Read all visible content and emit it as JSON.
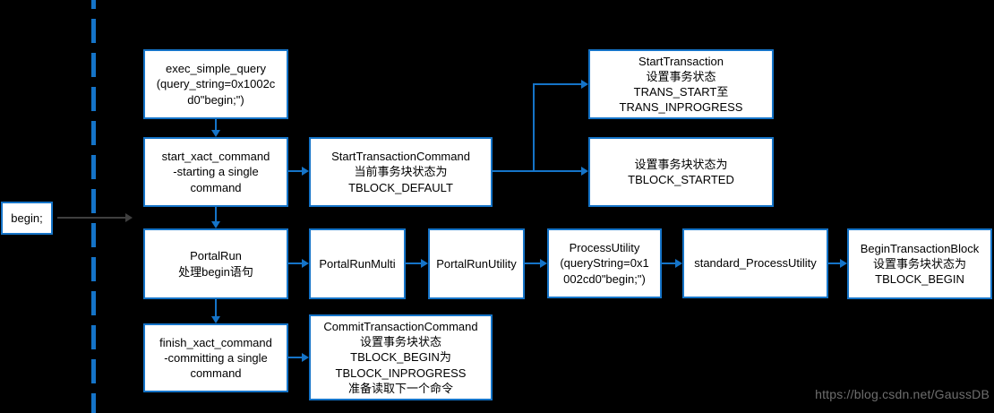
{
  "colors": {
    "background": "#000000",
    "accent": "#1574c8",
    "box_fill": "#ffffff",
    "text": "#000000",
    "begin_arrow": "#3f3f3f",
    "watermark": "#6e6e6e"
  },
  "nodes": {
    "begin": "begin;",
    "exec_simple_query": "exec_simple_query\n(query_string=0x1002c\nd0\"begin;\")",
    "start_xact_command": "start_xact_command\n-starting a single\ncommand",
    "start_transaction_command": "StartTransactionCommand\n当前事务块状态为\nTBLOCK_DEFAULT",
    "start_transaction": "StartTransaction\n设置事务状态\nTRANS_START至\nTRANS_INPROGRESS",
    "tblock_started": "设置事务块状态为\nTBLOCK_STARTED",
    "portal_run": "PortalRun\n处理begin语句",
    "portal_run_multi": "PortalRunMulti",
    "portal_run_utility": "PortalRunUtility",
    "process_utility": "ProcessUtility\n(queryString=0x1\n002cd0\"begin;\")",
    "standard_process_utility": "standard_ProcessUtility",
    "begin_transaction_block": "BeginTransactionBlock\n设置事务块状态为\nTBLOCK_BEGIN",
    "finish_xact_command": "finish_xact_command\n-committing a single\ncommand",
    "commit_transaction_command": "CommitTransactionCommand\n设置事务块状态\nTBLOCK_BEGIN为\nTBLOCK_INPROGRESS\n准备读取下一个命令"
  },
  "watermark": {
    "text": "https://blog.csdn.net/GaussDB"
  }
}
